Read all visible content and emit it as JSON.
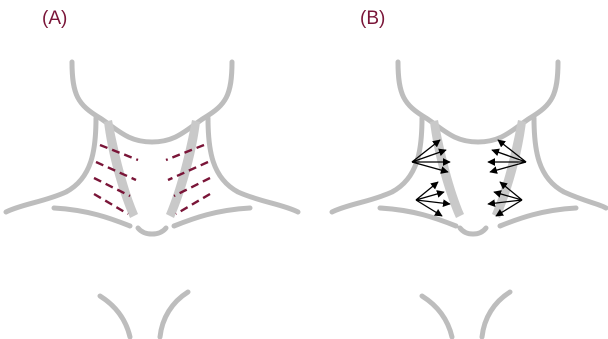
{
  "panels": [
    {
      "label": "(A)",
      "technique": "dashed-injection-lines"
    },
    {
      "label": "(B)",
      "technique": "radiating-vectors"
    }
  ],
  "colors": {
    "label": "#7a1538",
    "outline": "#bdbdbd",
    "dashes": "#7a1538",
    "arrows": "#000000"
  }
}
